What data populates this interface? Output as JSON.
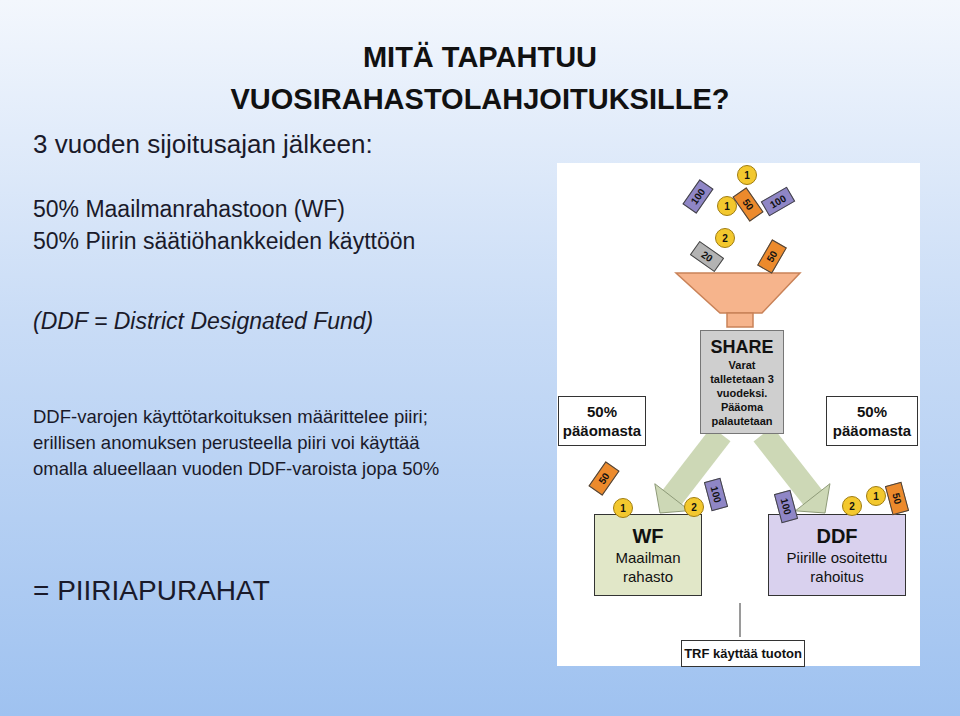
{
  "diagram": {
    "title": "MITÄ TAPAHTUU VUOSIRAHASTOLAHJOITUKSILLE?",
    "nodes": [
      {
        "text": [
          "SHARE",
          "Varat talletetaan 3 vuodeksi. Pääoma palautetaan"
        ]
      },
      {
        "text": [
          "50% pääomasta"
        ]
      },
      {
        "text": [
          "50% pääomasta"
        ]
      },
      {
        "text": [
          "WF",
          "Maailman rahasto"
        ]
      },
      {
        "text": [
          "DDF",
          "Piirille osoitettu rahoitus"
        ]
      },
      {
        "text": [
          "TRF käyttää tuoton"
        ]
      }
    ],
    "edges": [
      {
        "from": 0,
        "to": 3,
        "arrow": "to"
      },
      {
        "from": 0,
        "to": 4,
        "arrow": "to"
      }
    ],
    "labels": [
      "3 vuoden sijoitusajan jälkeen:",
      "50% Maailmanrahastoon (WF)",
      "50% Piirin säätiöhankkeiden käyttöön",
      "(DDF = District Designated Fund)",
      "DDF-varojen käyttötarkoituksen määrittelee piiri; erillisen anomuksen perusteella piiri voi käyttää omalla alueellaan vuoden DDF-varoista jopa 50%",
      "= PIIRIAPURAHAT",
      "1",
      "100",
      "1",
      "50",
      "100",
      "2",
      "20",
      "50",
      "50",
      "1",
      "2",
      "100",
      "100",
      "2",
      "1",
      "50"
    ]
  }
}
